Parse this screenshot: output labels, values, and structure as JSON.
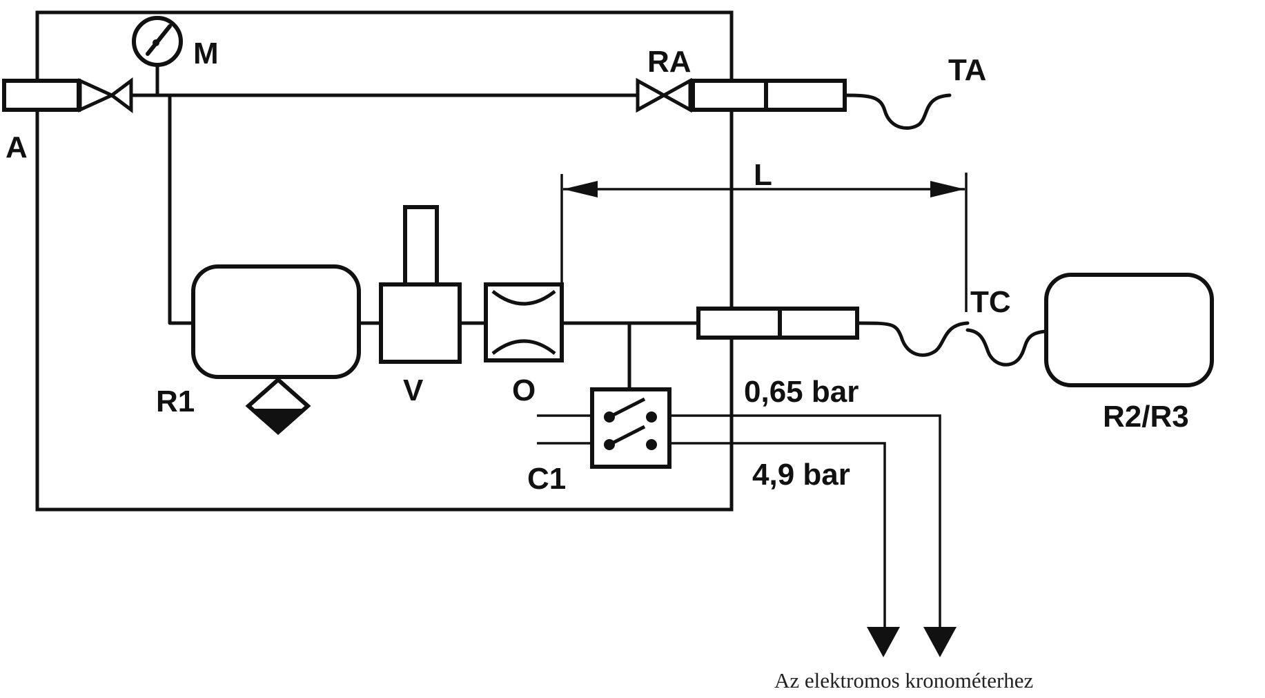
{
  "labels": {
    "a": "A",
    "m": "M",
    "ra": "RA",
    "ta": "TA",
    "l": "L",
    "tc": "TC",
    "r1": "R1",
    "v": "V",
    "o": "O",
    "c1": "C1",
    "r2r3": "R2/R3",
    "p1": "0,65 bar",
    "p2": "4,9 bar"
  },
  "caption": "Az elektromos kronométerhez"
}
